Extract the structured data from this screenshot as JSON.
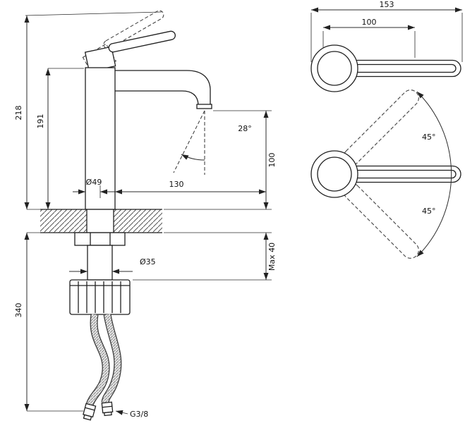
{
  "drawing": {
    "front_view": {
      "total_height": "218",
      "body_height": "191",
      "below_deck_length": "340",
      "stream_angle": "28°",
      "outlet_height": "100",
      "base_diameter": "Ø49",
      "spout_reach": "130",
      "hole_diameter": "Ø35",
      "max_deck_thickness": "Max 40",
      "hose_thread": "G3/8"
    },
    "top_view": {
      "total_length": "153",
      "lever_length": "100",
      "swing_angle_up": "45°",
      "swing_angle_down": "45°"
    },
    "colors": {
      "line": "#1f1f1f",
      "dimension": "#2b2b2b",
      "background": "#ffffff"
    }
  }
}
